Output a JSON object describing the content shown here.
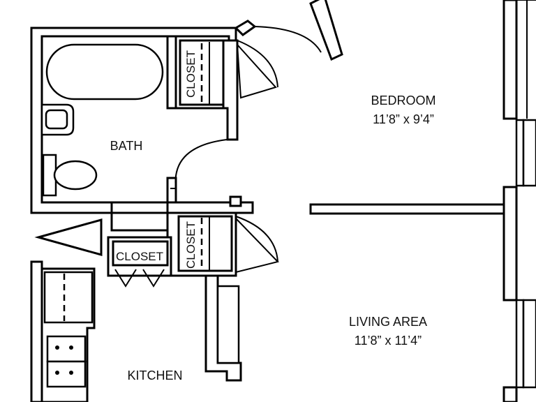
{
  "rooms": {
    "bedroom": {
      "name": "BEDROOM",
      "dims": "11’8” x 9’4”"
    },
    "living": {
      "name": "LIVING AREA",
      "dims": "11’8” x 11’4”"
    },
    "bath": {
      "name": "BATH"
    },
    "kitchen": {
      "name": "KITCHEN"
    }
  },
  "closets": {
    "upper": "CLOSET",
    "lower": "CLOSET",
    "hall": "CLOSET"
  },
  "colors": {
    "line": "#000000",
    "background": "#ffffff"
  }
}
